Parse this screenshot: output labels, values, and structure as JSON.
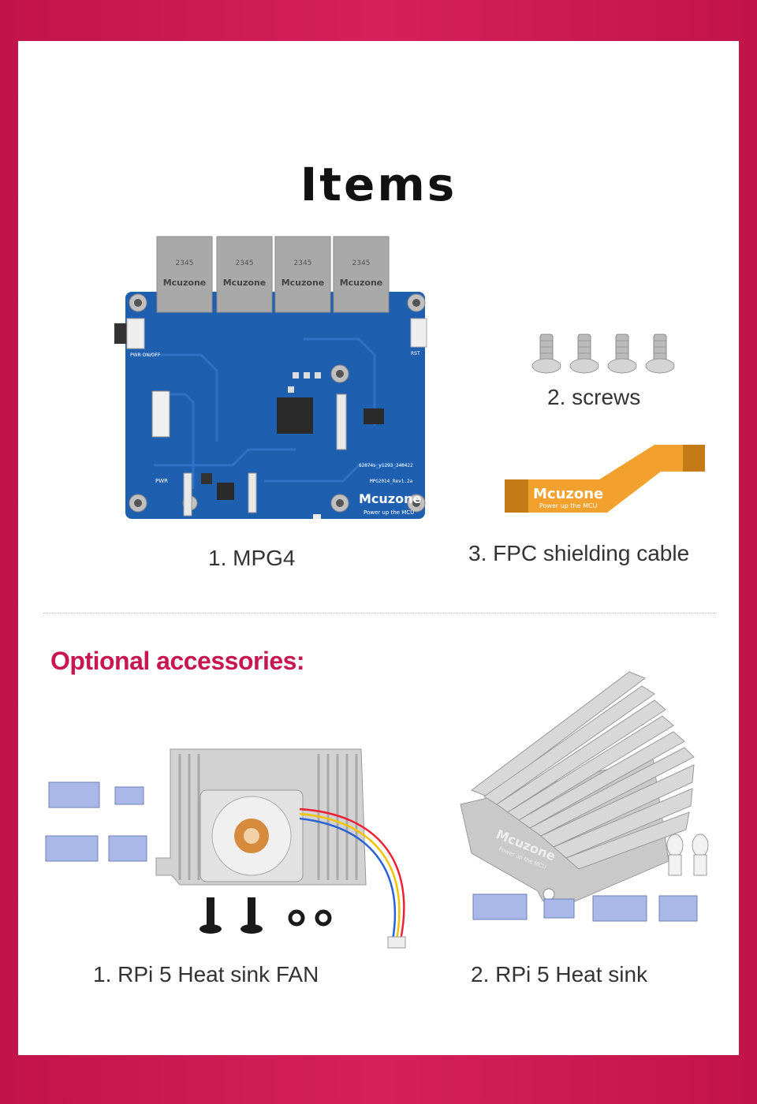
{
  "title": "Items",
  "items": [
    {
      "label": "1. MPG4"
    },
    {
      "label": "2. screws"
    },
    {
      "label": "3. FPC shielding cable"
    }
  ],
  "board": {
    "brand": "Mcuzone",
    "tagline": "Power up the MCU",
    "port_code": "2345",
    "silk_left": "PWR ON/OFF",
    "silk_right": "RST",
    "silk_pwr": "PWR",
    "silk_id1": "62074s_y1293_240422",
    "silk_id2": "MPG2014_Rev1.2a"
  },
  "cable": {
    "brand": "Mcuzone",
    "tagline": "Power up the MCU"
  },
  "optional": {
    "heading": "Optional accessories:",
    "items": [
      {
        "label": "1. RPi 5 Heat sink FAN"
      },
      {
        "label": "2. RPi 5 Heat sink"
      }
    ]
  },
  "heatsink": {
    "brand": "Mcuzone",
    "tagline": "Power up the MCU"
  },
  "colors": {
    "accent": "#c8174f",
    "board_blue": "#1f5fb0",
    "fpc_orange": "#f2a12e",
    "thermal_pad": "#a9b8e8",
    "aluminum": "#c9c9c9"
  }
}
